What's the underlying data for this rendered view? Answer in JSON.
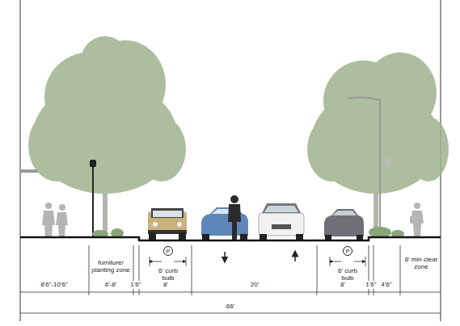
{
  "diagram": {
    "nodes": [
      {
        "text": [
          "P"
        ]
      },
      {
        "text": [
          "P"
        ]
      }
    ],
    "labels": [
      "6' curb bulb",
      "6' curb bulb",
      "furniture/ planting zone",
      "6' min clear zone",
      "8'6\"-10'6\"",
      "6'-8'",
      "1'6\"",
      "8'",
      "20'",
      "8'",
      "1'6\"",
      "4'6\"",
      "66'"
    ]
  }
}
